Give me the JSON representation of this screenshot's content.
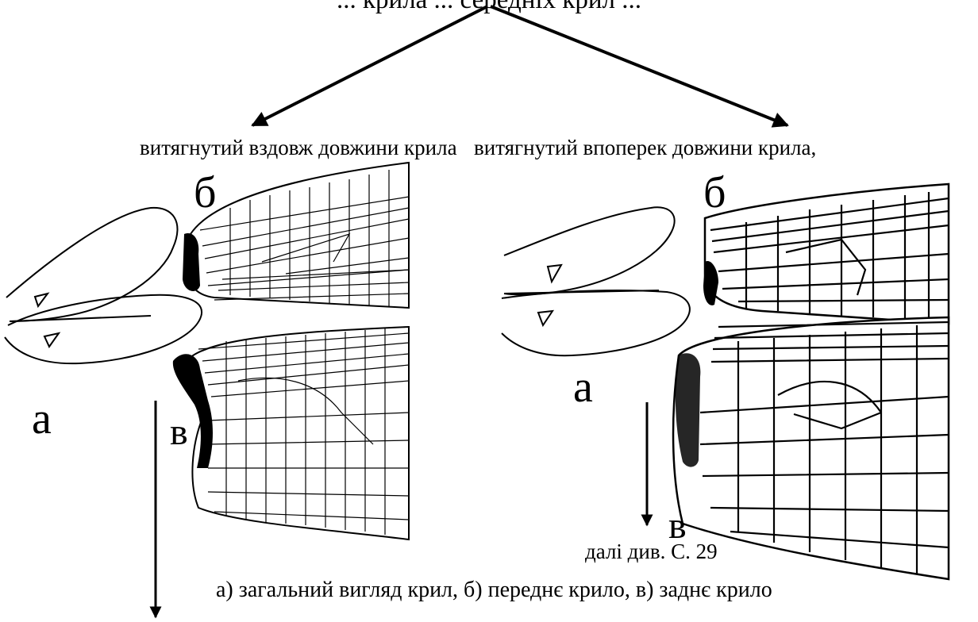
{
  "header": {
    "text": "... крила ... середніх крил ..."
  },
  "branches": {
    "left": "витягнутий вздовж довжини крила",
    "right": "витягнутий впоперек довжини крила,"
  },
  "figure_left": {
    "label_a": "а",
    "label_b": "б",
    "label_v": "в"
  },
  "figure_right": {
    "label_a": "а",
    "label_b": "б",
    "label_v": "в",
    "note": "далі див. С. 29"
  },
  "caption": "а) загальний вигляд крил, б) переднє крило, в) заднє крило",
  "colors": {
    "ink": "#000000",
    "background": "#ffffff"
  },
  "icons": [
    "arrow-down-icon",
    "arrow-diagonal-icon",
    "triangle-marker-icon"
  ]
}
